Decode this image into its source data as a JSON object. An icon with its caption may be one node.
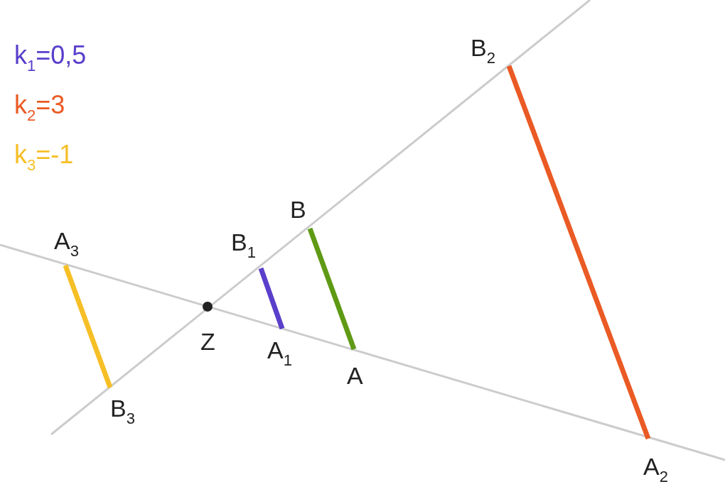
{
  "diagram": {
    "nodes": [
      {
        "text": [
          "B$_{2}$"
        ]
      },
      {
        "text": [
          "B"
        ]
      },
      {
        "text": [
          "B$_{1}$"
        ]
      },
      {
        "text": [
          "A$_{3}$"
        ]
      },
      {
        "text": [
          "Z"
        ]
      },
      {
        "text": [
          "A$_{1}$"
        ]
      },
      {
        "text": [
          "A"
        ]
      },
      {
        "text": [
          "B$_{3}$"
        ]
      },
      {
        "text": [
          "A$_{2}$"
        ]
      }
    ],
    "edges": [
      {
        "from": 3,
        "to": 7,
        "arrow": "none",
        "color": "#f6bf26"
      },
      {
        "from": 2,
        "to": 5,
        "arrow": "none",
        "color": "#5a3fcb"
      },
      {
        "from": 1,
        "to": 6,
        "arrow": "none",
        "color": "#5f9a14"
      },
      {
        "from": 0,
        "to": 8,
        "arrow": "none",
        "color": "#ea5a24"
      }
    ],
    "labels": [
      "k$_{1}$=0,5",
      "k$_{2}$=3",
      "k$_{3}$=-1"
    ]
  }
}
